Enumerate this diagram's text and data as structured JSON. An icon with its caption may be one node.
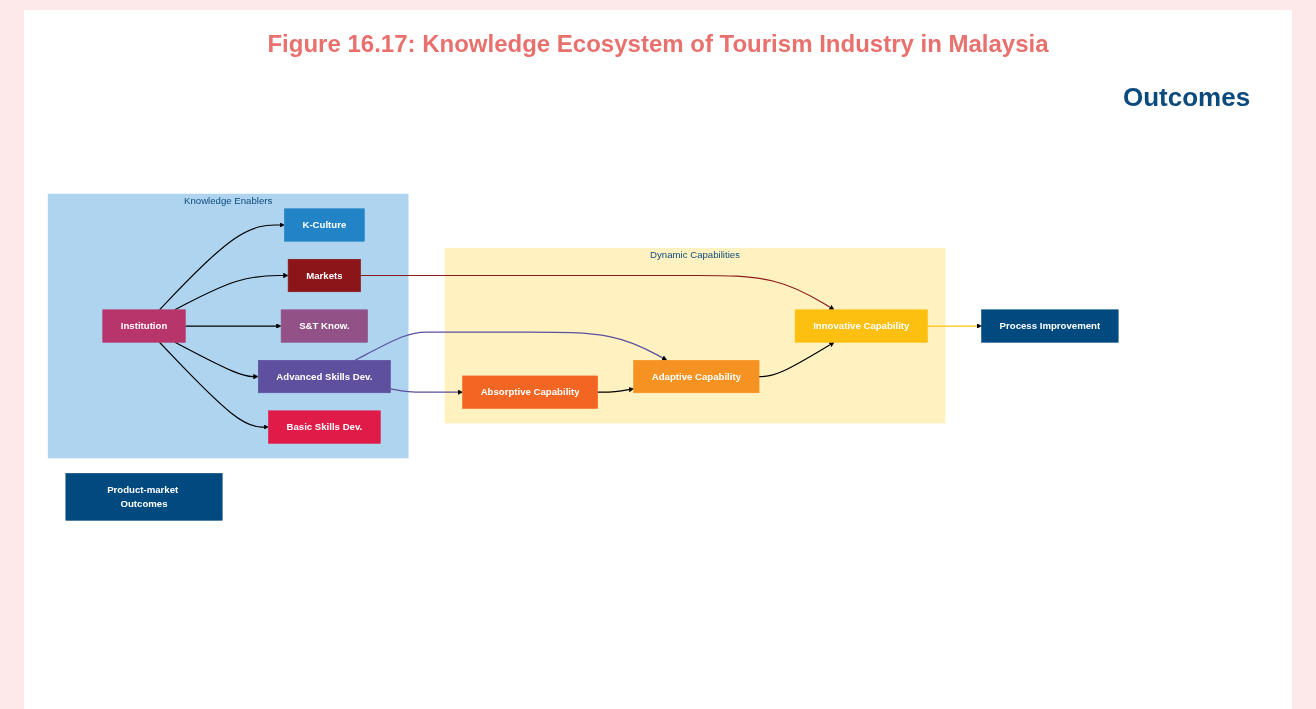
{
  "diagram": {
    "title": "Figure 16.17: Knowledge Ecosystem of Tourism Industry in Malaysia",
    "nodes": [
      {
        "text": [
          "Knowledge Enablers"
        ]
      },
      {
        "text": [
          "K-Culture"
        ],
        "in": 0
      },
      {
        "text": [
          "Advanced Skills Dev."
        ],
        "in": 0
      },
      {
        "text": [
          "S&T Know."
        ],
        "in": 0
      },
      {
        "text": [
          "Institution"
        ],
        "in": 0
      },
      {
        "text": [
          "Markets"
        ],
        "in": 0
      },
      {
        "text": [
          "Basic Skills Dev."
        ],
        "in": 0
      },
      {
        "text": [
          "Dynamic Capabilities"
        ]
      },
      {
        "text": [
          "Innovative Capability"
        ],
        "in": 7
      },
      {
        "text": [
          "Adaptive Capability"
        ],
        "in": 7
      },
      {
        "text": [
          "Absorptive Capability"
        ],
        "in": 7
      },
      {
        "text": [
          "Product-market Outcomes"
        ]
      },
      {
        "text": [
          "Process Improvement"
        ]
      }
    ],
    "edges": [
      {
        "from": 4,
        "to": 1,
        "arrow": "to"
      },
      {
        "from": 4,
        "to": 2,
        "arrow": "to"
      },
      {
        "from": 4,
        "to": 3,
        "arrow": "to"
      },
      {
        "from": 4,
        "to": 5,
        "arrow": "to"
      },
      {
        "from": 4,
        "to": 6,
        "arrow": "to"
      },
      {
        "from": 2,
        "to": 9,
        "arrow": "to",
        "color": "#5b4f9f"
      },
      {
        "from": 2,
        "to": 10,
        "arrow": "to",
        "color": "#5b4f9f"
      },
      {
        "from": 5,
        "to": 8,
        "arrow": "to",
        "color": "#8b1a1a"
      },
      {
        "from": 10,
        "to": 9,
        "arrow": "to"
      },
      {
        "from": 9,
        "to": 8,
        "arrow": "to"
      },
      {
        "from": 8,
        "to": 12,
        "arrow": "to",
        "color": "#ffc20e"
      }
    ],
    "labels": [
      "Outcomes"
    ]
  }
}
